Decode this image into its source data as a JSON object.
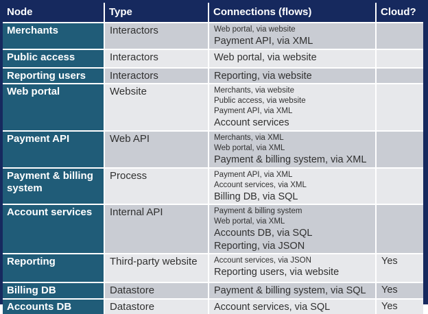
{
  "colors": {
    "outer_border": "#16295E",
    "header_bg": "#16295E",
    "header_text": "#FFFFFF",
    "node_col_bg": "#205C78",
    "row_dark": "#C9CCD3",
    "row_light": "#E7E8EB",
    "body_text": "#303030",
    "grid_line": "#FFFFFF"
  },
  "table": {
    "columns": [
      {
        "label": "Node"
      },
      {
        "label": "Type"
      },
      {
        "label": "Connections (flows)"
      },
      {
        "label": "Cloud?"
      }
    ],
    "rows": [
      {
        "node": "Merchants",
        "type": "Interactors",
        "cloud": "",
        "connections": [
          {
            "text": "Web portal, via website",
            "size": "small"
          },
          {
            "text": "Payment API, via XML",
            "size": "large"
          }
        ]
      },
      {
        "node": "Public access",
        "type": "Interactors",
        "cloud": "",
        "connections": [
          {
            "text": "Web portal, via website",
            "size": "large"
          }
        ]
      },
      {
        "node": "Reporting users",
        "type": "Interactors",
        "cloud": "",
        "connections": [
          {
            "text": "Reporting, via website",
            "size": "large"
          }
        ]
      },
      {
        "node": "Web portal",
        "type": "Website",
        "cloud": "",
        "connections": [
          {
            "text": "Merchants, via website",
            "size": "small"
          },
          {
            "text": "Public access, via website",
            "size": "small"
          },
          {
            "text": "Payment API, via XML",
            "size": "small"
          },
          {
            "text": "Account services",
            "size": "large"
          }
        ]
      },
      {
        "node": "Payment API",
        "type": "Web API",
        "cloud": "",
        "connections": [
          {
            "text": "Merchants, via XML",
            "size": "small"
          },
          {
            "text": "Web portal, via XML",
            "size": "small"
          },
          {
            "text": "Payment & billing system, via XML",
            "size": "large"
          }
        ]
      },
      {
        "node": "Payment & billing system",
        "type": "Process",
        "cloud": "",
        "connections": [
          {
            "text": "Payment API, via XML",
            "size": "small"
          },
          {
            "text": "Account services, via XML",
            "size": "small"
          },
          {
            "text": "Billing DB, via SQL",
            "size": "large"
          }
        ]
      },
      {
        "node": "Account services",
        "type": "Internal API",
        "cloud": "",
        "connections": [
          {
            "text": "Payment & billing system",
            "size": "small"
          },
          {
            "text": "Web portal, via XML",
            "size": "small"
          },
          {
            "text": "Accounts DB, via SQL",
            "size": "large"
          },
          {
            "text": "Reporting, via JSON",
            "size": "large"
          }
        ]
      },
      {
        "node": "Reporting",
        "type": "Third-party website",
        "cloud": "Yes",
        "connections": [
          {
            "text": "Account services, via JSON",
            "size": "small"
          },
          {
            "text": "Reporting users, via website",
            "size": "large"
          }
        ]
      },
      {
        "node": "Billing DB",
        "type": "Datastore",
        "cloud": "Yes",
        "connections": [
          {
            "text": "Payment & billing system, via SQL",
            "size": "large"
          }
        ]
      },
      {
        "node": "Accounts DB",
        "type": "Datastore",
        "cloud": "Yes",
        "connections": [
          {
            "text": "Account services, via SQL",
            "size": "large"
          }
        ]
      }
    ]
  }
}
